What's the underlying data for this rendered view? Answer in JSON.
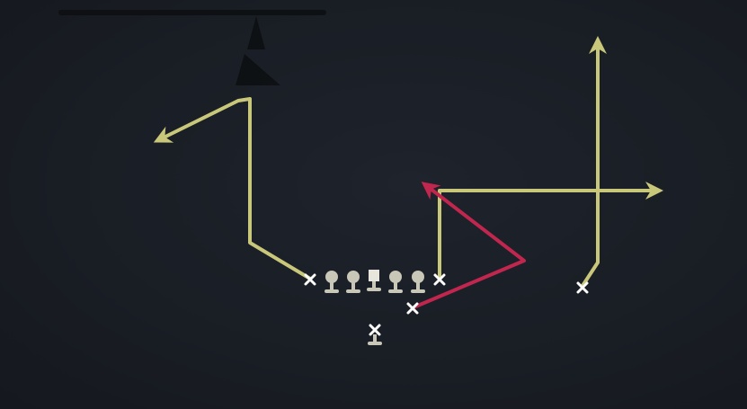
{
  "diagram": {
    "type": "football-play",
    "colors": {
      "background": "#1a1e26",
      "route": "#c9c77a",
      "hot_route": "#c0264e",
      "player_marker": "#ffffff",
      "lineman": "#c9c7b8"
    },
    "players": [
      {
        "role": "left-receiver",
        "marker": "x"
      },
      {
        "role": "left-tackle",
        "marker": "o"
      },
      {
        "role": "left-guard",
        "marker": "o"
      },
      {
        "role": "center",
        "marker": "square"
      },
      {
        "role": "right-guard",
        "marker": "o"
      },
      {
        "role": "right-tackle",
        "marker": "o"
      },
      {
        "role": "tight-end",
        "marker": "x"
      },
      {
        "role": "slot-receiver",
        "marker": "x"
      },
      {
        "role": "quarterback",
        "marker": "x"
      },
      {
        "role": "right-receiver",
        "marker": "x"
      }
    ],
    "routes": [
      {
        "player": "left-receiver",
        "style": "route",
        "shape": "in-then-corner-out"
      },
      {
        "player": "tight-end",
        "style": "route",
        "shape": "vertical-then-out"
      },
      {
        "player": "slot-receiver",
        "style": "hot_route",
        "shape": "wheel-back"
      },
      {
        "player": "right-receiver",
        "style": "route",
        "shape": "vertical-go"
      }
    ]
  }
}
